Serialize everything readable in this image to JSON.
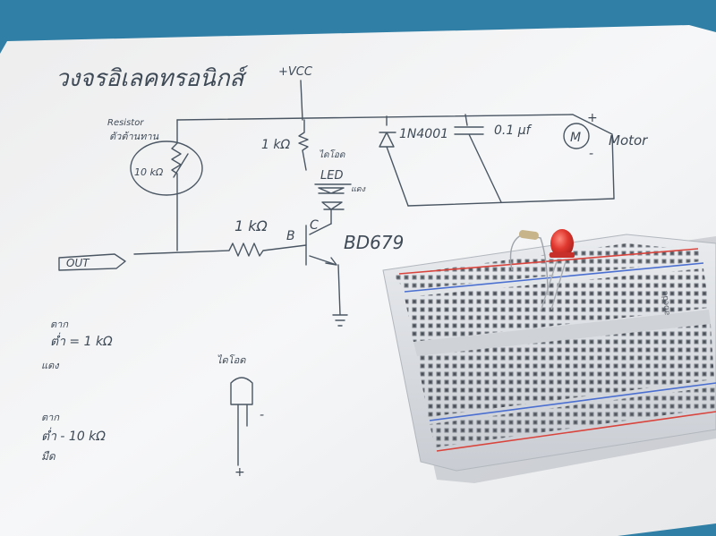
{
  "photo": {
    "subject": "hand-drawn transistor motor driver schematic on paper with breadboard and LED",
    "colors": {
      "table": "#2f7fa6",
      "paper": "#f4f5f6",
      "ink": "#4a5663",
      "led": "#e0382f",
      "rail_red": "#d9443d",
      "rail_blue": "#4a6fd0"
    }
  },
  "sketch": {
    "title": "วงจรอิเลคทรอนิกส์",
    "vcc": "+VCC",
    "resistor_note": "Resistor",
    "resistor_thai": "ตัวต้านทาน",
    "pot_label": "10 kΩ",
    "r_collector": "1 kΩ",
    "led_thai": "ไดโอด",
    "led_label": "LED",
    "led_note": "แดง",
    "diode_label": "1N4001",
    "cap_label": "0.1 μf",
    "motor_symbol": "M",
    "motor_plus": "+",
    "motor_minus": "-",
    "motor_label": "Motor",
    "r_base": "1 kΩ",
    "base_b": "B",
    "collector_c": "C",
    "transistor": "BD679",
    "out_label": "OUT",
    "note1_a": "ตาก",
    "note1_b": "ต่ำ = 1 kΩ",
    "note1_c": "แดง",
    "note2_a": "ตาก",
    "note2_b": "ต่ำ - 10 kΩ",
    "note2_c": "มืด",
    "led_thai2": "ไดโอด",
    "led2_minus": "-",
    "led2_plus": "+"
  },
  "breadboard": {
    "printed_letters": "abcde"
  }
}
